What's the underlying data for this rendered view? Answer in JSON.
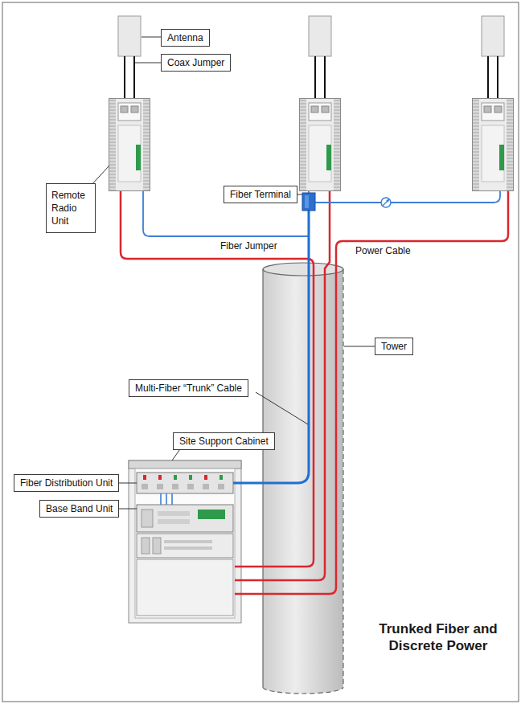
{
  "diagram": {
    "title": "Trunked Fiber and Discrete Power",
    "nodes": [
      {
        "text": [
          "Antenna"
        ]
      },
      {
        "text": [
          "Coax Jumper"
        ]
      },
      {
        "text": [
          "Remote Radio Unit"
        ]
      },
      {
        "text": [
          "Fiber Terminal"
        ]
      },
      {
        "text": [
          "Tower"
        ]
      },
      {
        "text": [
          "Multi-Fiber “Trunk” Cable"
        ]
      },
      {
        "text": [
          "Site Support Cabinet"
        ]
      },
      {
        "text": [
          "Fiber Distribution Unit"
        ]
      },
      {
        "text": [
          "Base Band Unit"
        ]
      }
    ],
    "labels": [
      "Fiber Jumper",
      "Power Cable"
    ]
  }
}
